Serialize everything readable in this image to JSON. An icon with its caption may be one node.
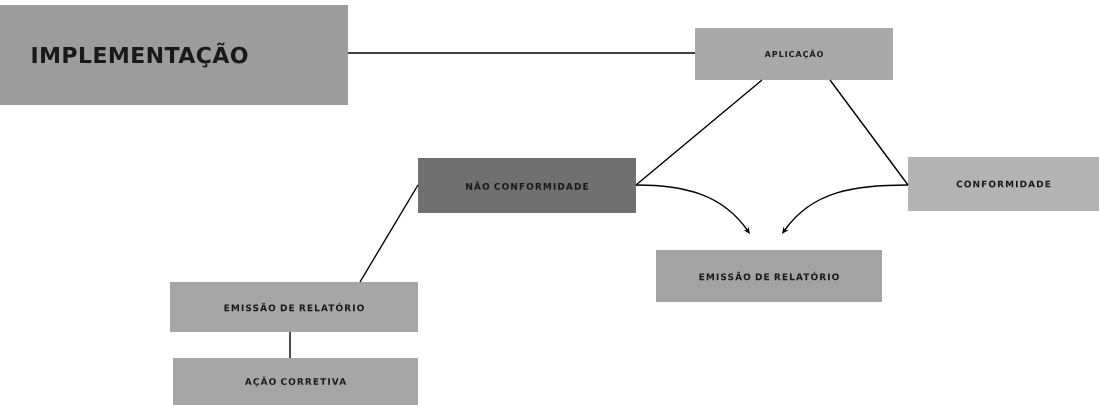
{
  "diagram": {
    "nodes": [
      {
        "text": [
          "IMPLEMENTAÇÃO"
        ]
      },
      {
        "text": [
          "APLICAÇÃO"
        ]
      },
      {
        "text": [
          "NÃO CONFORMIDADE"
        ]
      },
      {
        "text": [
          "CONFORMIDADE"
        ]
      },
      {
        "text": [
          "EMISSÃO DE RELATÓRIO"
        ]
      },
      {
        "text": [
          "EMISSÃO DE RELATÓRIO"
        ]
      },
      {
        "text": [
          "AÇÃO CORRETIVA"
        ]
      }
    ],
    "edges": [
      {
        "from": 0,
        "to": 1,
        "arrow": "none"
      },
      {
        "from": 1,
        "to": 2,
        "arrow": "none"
      },
      {
        "from": 1,
        "to": 3,
        "arrow": "none"
      },
      {
        "from": 2,
        "to": 4,
        "arrow": "to"
      },
      {
        "from": 3,
        "to": 4,
        "arrow": "to"
      },
      {
        "from": 2,
        "to": 5,
        "arrow": "none"
      },
      {
        "from": 5,
        "to": 6,
        "arrow": "none"
      }
    ]
  }
}
